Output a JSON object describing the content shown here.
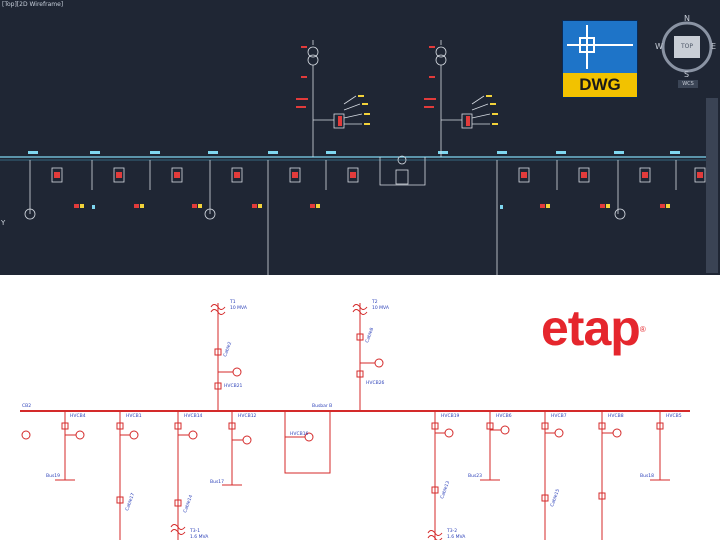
{
  "cad": {
    "viewport_label": "[Top][2D Wireframe]",
    "badge_text": "DWG",
    "viewcube": {
      "north": "N",
      "south": "S",
      "east": "E",
      "west": "W",
      "top_face": "TOP",
      "wcs": "WCS"
    },
    "ucs_label": "Y",
    "background": "#1f2634"
  },
  "etap": {
    "logo_text": "etap",
    "logo_mark": "®",
    "brand_color": "#e5262d",
    "labels": {
      "t1": "T1",
      "t1_rating": "10 MVA",
      "t2": "T2",
      "t2_rating": "10 MVA",
      "cable_t1": "Cable2",
      "cable_t2": "Cable8",
      "hvcb_t1": "HVCB21",
      "hvcb_t2": "HVCB26",
      "busbar": "Busbar B",
      "bus_left": "CB2",
      "feeders_left": [
        "HVCB4",
        "HVCB1",
        "HVCB14",
        "HVCB12"
      ],
      "feeders_right": [
        "HVCB19",
        "HVCB6",
        "HVCB7",
        "HVCB8",
        "HVCB5"
      ],
      "coupler": "HVCB16",
      "bus_a": "Bus19",
      "bus_b": "Bus17",
      "bus_c": "Bus23",
      "bus_d": "Bus18",
      "cable_a": "Cable17",
      "cable_b": "Cable14",
      "cable_c": "Cable13",
      "cable_d": "Cable15",
      "t3": "T3-1",
      "t3_rating": "1.6 MVA",
      "t4": "T3-2",
      "t4_rating": "1.6 MVA"
    }
  }
}
